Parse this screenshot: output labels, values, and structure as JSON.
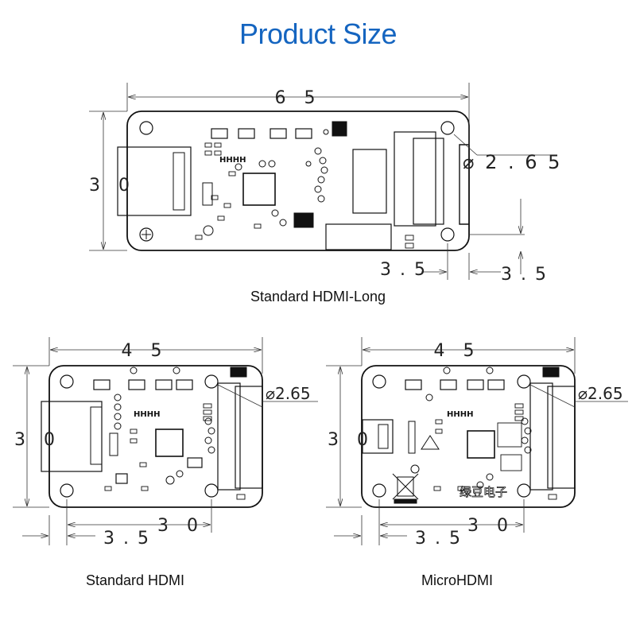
{
  "title": "Product Size",
  "boards": {
    "long": {
      "caption": "Standard HDMI-Long",
      "width": "6 5",
      "height": "3 0",
      "hole": "⌀ 2 . 6 5",
      "offset_left": "3 . 5",
      "offset_right": "3 . 5",
      "silk": "HHHH"
    },
    "standard": {
      "caption": "Standard HDMI",
      "width": "4 5",
      "height": "3 0",
      "hole": "⌀2.65",
      "offset": "3 . 5",
      "spacing": "3 0",
      "silk": "HHHH"
    },
    "micro": {
      "caption": "MicroHDMI",
      "width": "4 5",
      "height": "3 0",
      "hole": "⌀2.65",
      "offset": "3 . 5",
      "spacing": "3 0",
      "silk": "HHHH",
      "brand": "绿豆电子"
    }
  },
  "colors": {
    "title": "#1565c0",
    "line": "#111111"
  }
}
